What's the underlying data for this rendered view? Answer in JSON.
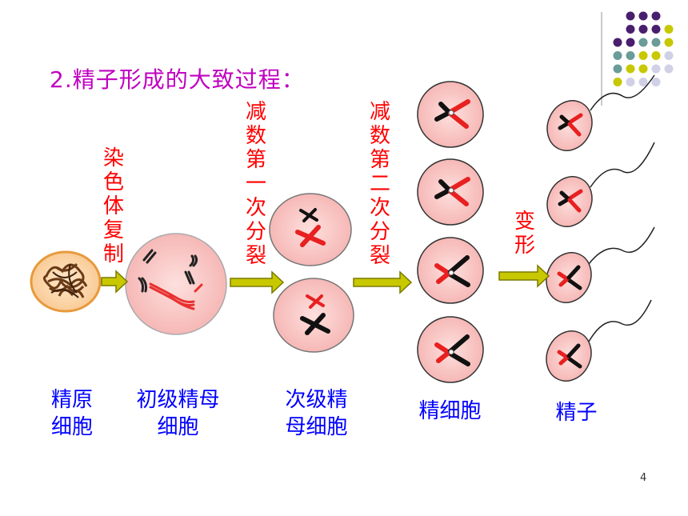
{
  "title": "2.精子形成的大致过程：",
  "steps": {
    "replication": "染色体复制",
    "meiosis1": "减数第一次分裂",
    "meiosis2": "减数第二次分裂",
    "transform": "变形"
  },
  "labels": {
    "spermatogonium_1": "精原",
    "spermatogonium_2": "细胞",
    "primary_1": "初级精母",
    "primary_2": "细胞",
    "secondary_1": "次级精",
    "secondary_2": "母细胞",
    "spermatid": "精细胞",
    "sperm": "精子"
  },
  "page_number": "4",
  "colors": {
    "title": "#c000c0",
    "step_text": "#ff0000",
    "label_text": "#0000ff",
    "cell_fill": "#f9c6c4",
    "arrow_fill": "#c8c800",
    "dot_purple": "#4a1e6e",
    "dot_teal": "#6a9c98",
    "dot_olive": "#c8c800",
    "dot_lavender": "#d0d0e6"
  }
}
